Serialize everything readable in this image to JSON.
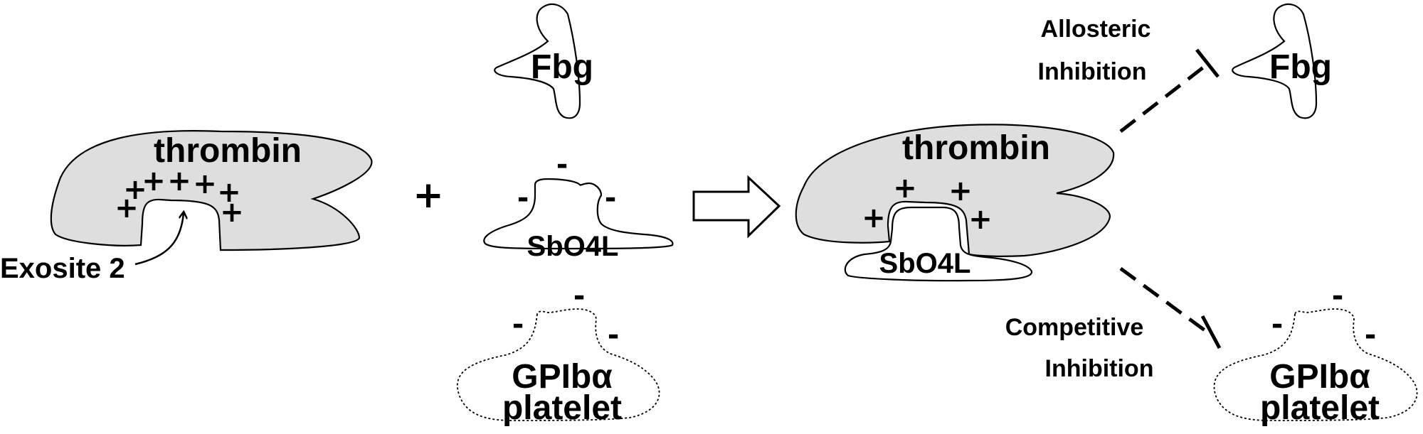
{
  "left_panel": {
    "thrombin_label": "thrombin",
    "exosite_label": "Exosite 2",
    "plus_sign": "+"
  },
  "middle_panel": {
    "plus_operator": "+",
    "fbg_label": "Fbg",
    "sbo4l_label": "SbO4L",
    "gpib_line1": "GPIbα",
    "gpib_line2": "platelet",
    "minus_sign": "-"
  },
  "right_panel": {
    "thrombin_label": "thrombin",
    "sbo4l_label": "SbO4L",
    "allosteric_line1": "Allosteric",
    "allosteric_line2": "Inhibition",
    "competitive_line1": "Competitive",
    "competitive_line2": "Inhibition",
    "fbg_label": "Fbg",
    "gpib_line1": "GPIbα",
    "gpib_line2": "platelet"
  }
}
